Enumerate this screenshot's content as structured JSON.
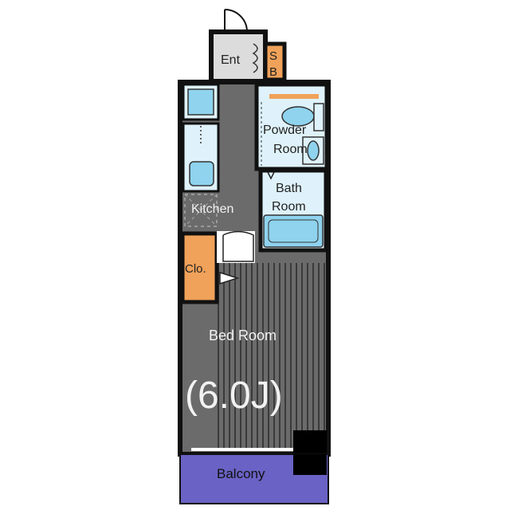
{
  "plan": {
    "entrance_label": "Ent",
    "shoe_box_label_1": "S",
    "shoe_box_label_2": "B",
    "powder_label_1": "Powder",
    "powder_label_2": "Room",
    "bath_label_1": "Bath",
    "bath_label_2": "Room",
    "kitchen_label": "Kitchen",
    "closet_label": "Clo.",
    "bedroom_label": "Bed Room",
    "bedroom_size": "(6.0J)",
    "balcony_label": "Balcony"
  },
  "colors": {
    "wall": "#111111",
    "floor_dark": "#6b6b6b",
    "entrance": "#dcdcdc",
    "wet_area": "#dff2fb",
    "fixture": "#8fd3ee",
    "closet": "#f0a25a",
    "balcony": "#6a62c4"
  }
}
